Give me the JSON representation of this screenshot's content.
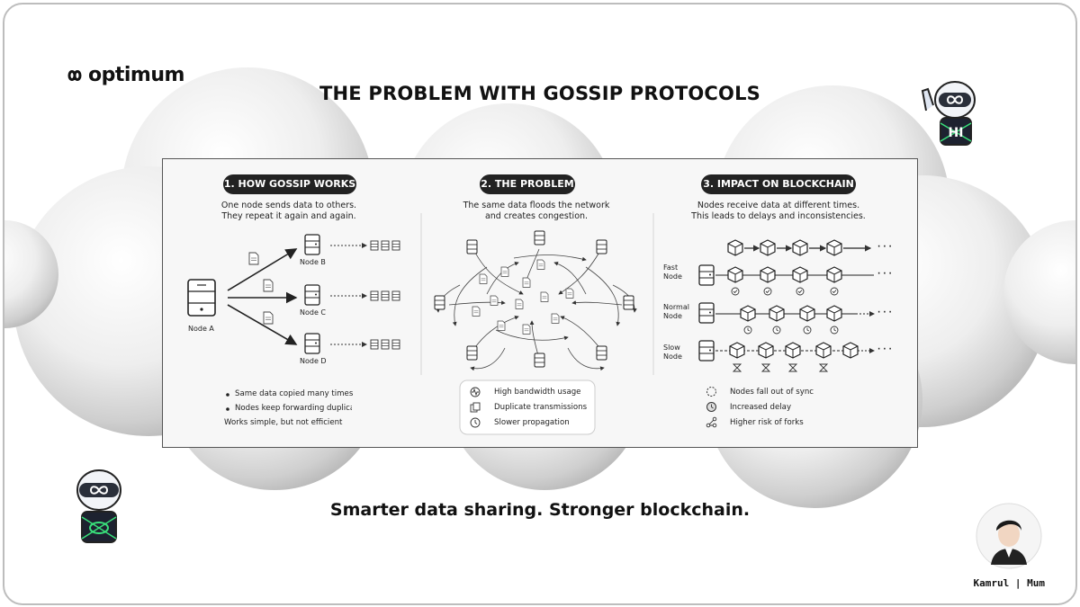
{
  "brand": {
    "name": "optimum"
  },
  "title": "THE PROBLEM WITH GOSSIP PROTOCOLS",
  "tagline": "Smarter data sharing. Stronger blockchain.",
  "mascot_badge": "HI",
  "author": "Kamrul | Mum",
  "sections": [
    {
      "title": "1. HOW GOSSIP WORKS",
      "desc1": "One node sends data to others.",
      "desc2": "They repeat it again and again.",
      "nodes": [
        "Node A",
        "Node B",
        "Node C",
        "Node D"
      ],
      "bullets": [
        "Same data copied many times",
        "Nodes keep forwarding duplicate",
        "Works simple, but not efficient"
      ]
    },
    {
      "title": "2. THE PROBLEM",
      "desc1": "The same data floods the network",
      "desc2": "and creates congestion.",
      "legend": [
        "High bandwidth usage",
        "Duplicate transmissions",
        "Slower propagation"
      ]
    },
    {
      "title": "3. IMPACT ON BLOCKCHAIN",
      "desc1": "Nodes receive data at different times.",
      "desc2": "This leads to delays and inconsistencies.",
      "rows": [
        {
          "line1": "Fast",
          "line2": "Node"
        },
        {
          "line1": "Normal",
          "line2": "Node"
        },
        {
          "line1": "Slow",
          "line2": "Node"
        }
      ],
      "ellipsis": "· · ·",
      "legend": [
        "Nodes fall out of sync",
        "Increased delay",
        "Higher risk of forks"
      ]
    }
  ],
  "icons": {
    "server": "server-icon",
    "document": "document-icon",
    "block": "cube-icon",
    "check": "check-icon",
    "clock": "clock-icon",
    "hourglass": "hourglass-icon",
    "bandwidth": "pulse-icon",
    "duplicate": "copy-icon",
    "sync": "dashed-circle-icon",
    "fork": "fork-icon"
  },
  "colors": {
    "accent": "#2f7df6",
    "mascot_green": "#39e07a",
    "ink": "#111111"
  }
}
